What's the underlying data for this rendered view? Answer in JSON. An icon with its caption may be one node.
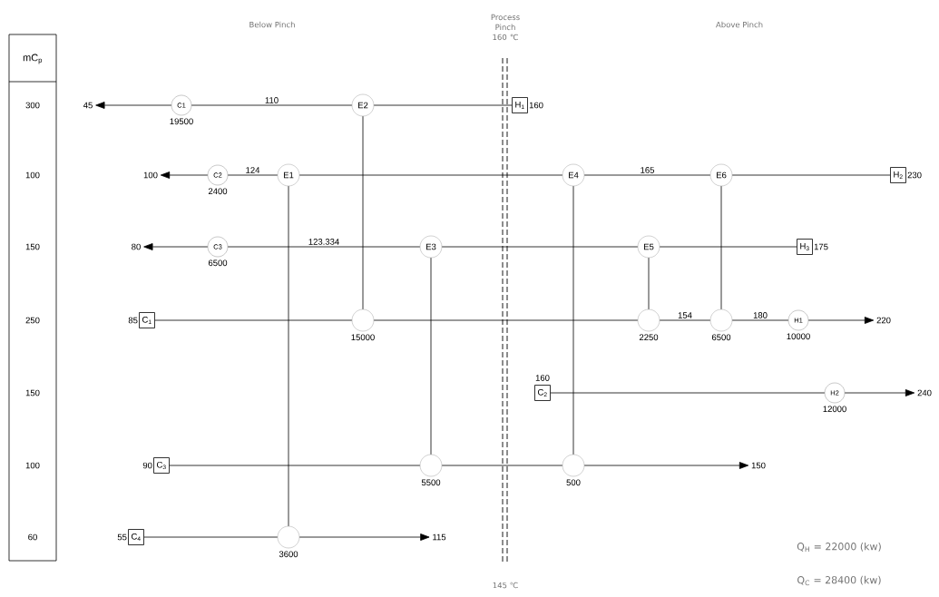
{
  "diagram": {
    "nodes": [
      {
        "text": [
          "mC$_{p}$",
          "300",
          "100",
          "150",
          "250",
          "150",
          "100",
          "60"
        ]
      },
      {
        "text": [
          "45"
        ]
      },
      {
        "text": [
          "C1"
        ],
        "beside": [
          "19500"
        ]
      },
      {
        "text": [
          "E2"
        ]
      },
      {
        "text": [
          "H$_{1}$"
        ],
        "beside": [
          "160"
        ]
      },
      {
        "text": [
          "100"
        ]
      },
      {
        "text": [
          "C2"
        ],
        "beside": [
          "2400"
        ]
      },
      {
        "text": [
          "E1"
        ]
      },
      {
        "text": [
          "E4"
        ]
      },
      {
        "text": [
          "E6"
        ]
      },
      {
        "text": [
          "H$_{2}$"
        ],
        "beside": [
          "230"
        ]
      },
      {
        "text": [
          "80"
        ]
      },
      {
        "text": [
          "C3"
        ],
        "beside": [
          "6500"
        ]
      },
      {
        "text": [
          "E3"
        ]
      },
      {
        "text": [
          "E5"
        ]
      },
      {
        "text": [
          "H$_{3}$"
        ],
        "beside": [
          "175"
        ]
      },
      {
        "text": [
          "C$_{1}$"
        ],
        "beside": [
          "85"
        ]
      },
      {
        "text": [],
        "shape": "circle",
        "beside": [
          "15000"
        ]
      },
      {
        "text": [],
        "shape": "circle",
        "beside": [
          "2250"
        ]
      },
      {
        "text": [],
        "shape": "circle",
        "beside": [
          "6500"
        ]
      },
      {
        "text": [
          "H1"
        ],
        "beside": [
          "10000"
        ]
      },
      {
        "text": [
          "220"
        ]
      },
      {
        "text": [
          "C$_{2}$"
        ],
        "beside": [
          "160"
        ]
      },
      {
        "text": [
          "H2"
        ],
        "beside": [
          "12000"
        ]
      },
      {
        "text": [
          "240"
        ]
      },
      {
        "text": [
          "C$_{3}$"
        ],
        "beside": [
          "90"
        ]
      },
      {
        "text": [],
        "shape": "circle",
        "beside": [
          "5500"
        ]
      },
      {
        "text": [],
        "shape": "circle",
        "beside": [
          "500"
        ]
      },
      {
        "text": [
          "150"
        ]
      },
      {
        "text": [
          "C$_{4}$"
        ],
        "beside": [
          "55"
        ]
      },
      {
        "text": [],
        "shape": "circle",
        "beside": [
          "3600"
        ]
      },
      {
        "text": [
          "115"
        ]
      }
    ],
    "edges": [
      {
        "from": 4,
        "to": 3,
        "arrow": "none"
      },
      {
        "from": 3,
        "to": 2,
        "arrow": "none",
        "label": "110"
      },
      {
        "from": 2,
        "to": 1,
        "arrow": "to"
      },
      {
        "from": 10,
        "to": 9,
        "arrow": "none"
      },
      {
        "from": 9,
        "to": 8,
        "arrow": "none",
        "label": "165"
      },
      {
        "from": 8,
        "to": 7,
        "arrow": "none"
      },
      {
        "from": 7,
        "to": 6,
        "arrow": "none",
        "label": "124"
      },
      {
        "from": 6,
        "to": 5,
        "arrow": "to"
      },
      {
        "from": 15,
        "to": 14,
        "arrow": "none"
      },
      {
        "from": 14,
        "to": 13,
        "arrow": "none"
      },
      {
        "from": 13,
        "to": 12,
        "arrow": "none",
        "label": "123.334"
      },
      {
        "from": 12,
        "to": 11,
        "arrow": "to"
      },
      {
        "from": 16,
        "to": 17,
        "arrow": "none"
      },
      {
        "from": 17,
        "to": 18,
        "arrow": "none"
      },
      {
        "from": 18,
        "to": 19,
        "arrow": "none",
        "label": "154"
      },
      {
        "from": 19,
        "to": 20,
        "arrow": "none",
        "label": "180"
      },
      {
        "from": 20,
        "to": 21,
        "arrow": "to"
      },
      {
        "from": 22,
        "to": 23,
        "arrow": "none"
      },
      {
        "from": 23,
        "to": 24,
        "arrow": "to"
      },
      {
        "from": 25,
        "to": 26,
        "arrow": "none"
      },
      {
        "from": 26,
        "to": 27,
        "arrow": "none"
      },
      {
        "from": 27,
        "to": 28,
        "arrow": "to"
      },
      {
        "from": 29,
        "to": 30,
        "arrow": "none"
      },
      {
        "from": 30,
        "to": 31,
        "arrow": "to"
      },
      {
        "from": 3,
        "to": 17,
        "arrow": "none"
      },
      {
        "from": 7,
        "to": 30,
        "arrow": "none"
      },
      {
        "from": 13,
        "to": 26,
        "arrow": "none"
      },
      {
        "from": 8,
        "to": 27,
        "arrow": "none"
      },
      {
        "from": 14,
        "to": 18,
        "arrow": "none"
      },
      {
        "from": 9,
        "to": 19,
        "arrow": "none"
      }
    ],
    "labels": [
      "Below Pinch",
      "Process Pinch 160 ℃",
      "Above Pinch",
      "145 ℃",
      "Q$_{H}$ = 22000 (kw)",
      "Q$_{C}$ = 28400 (kw)"
    ]
  }
}
